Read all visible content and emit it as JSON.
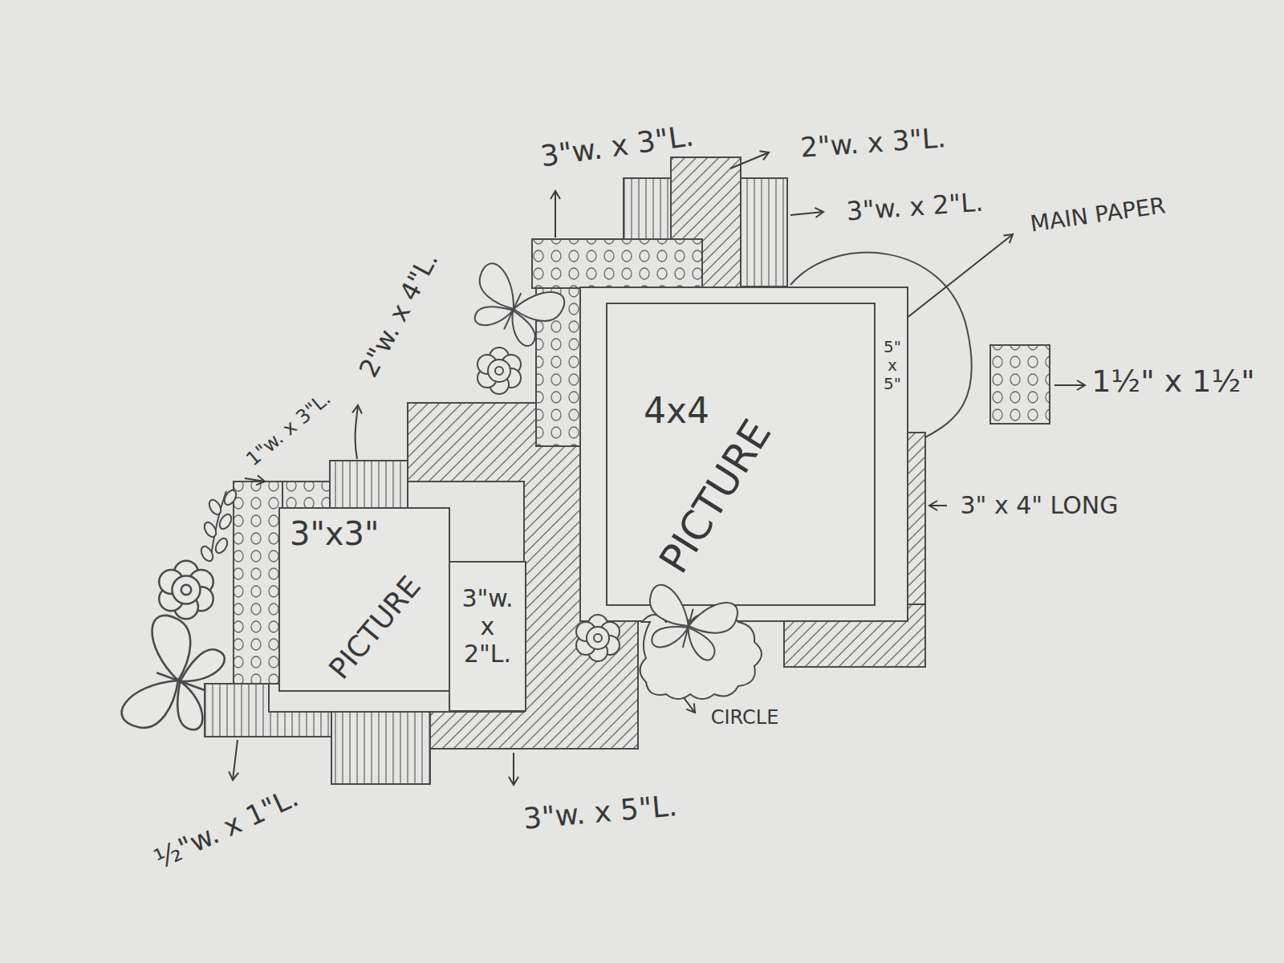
{
  "diagram": {
    "nodes": [
      {
        "text": [
          "5\" x 5\""
        ]
      },
      {
        "text": [
          "4x4",
          "PICTURE"
        ],
        "in": 0
      },
      {
        "text": [
          "3\"x3\"",
          "PICTURE"
        ]
      },
      {
        "text": [
          "3\"w. x 2\"L."
        ]
      }
    ],
    "labels": [
      "3\"w. x 3\"L.",
      "2\"w. x 3\"L.",
      "3\"w. x 2\"L.",
      "MAIN PAPER",
      "1½\" x 1½\"",
      "3\" x 4\" LONG",
      "2\"w. x 4\"L.",
      "1\"w. x 3\"L.",
      "CIRCLE",
      "½\"w. x 1\"L.",
      "3\"w. x 5\"L."
    ]
  }
}
